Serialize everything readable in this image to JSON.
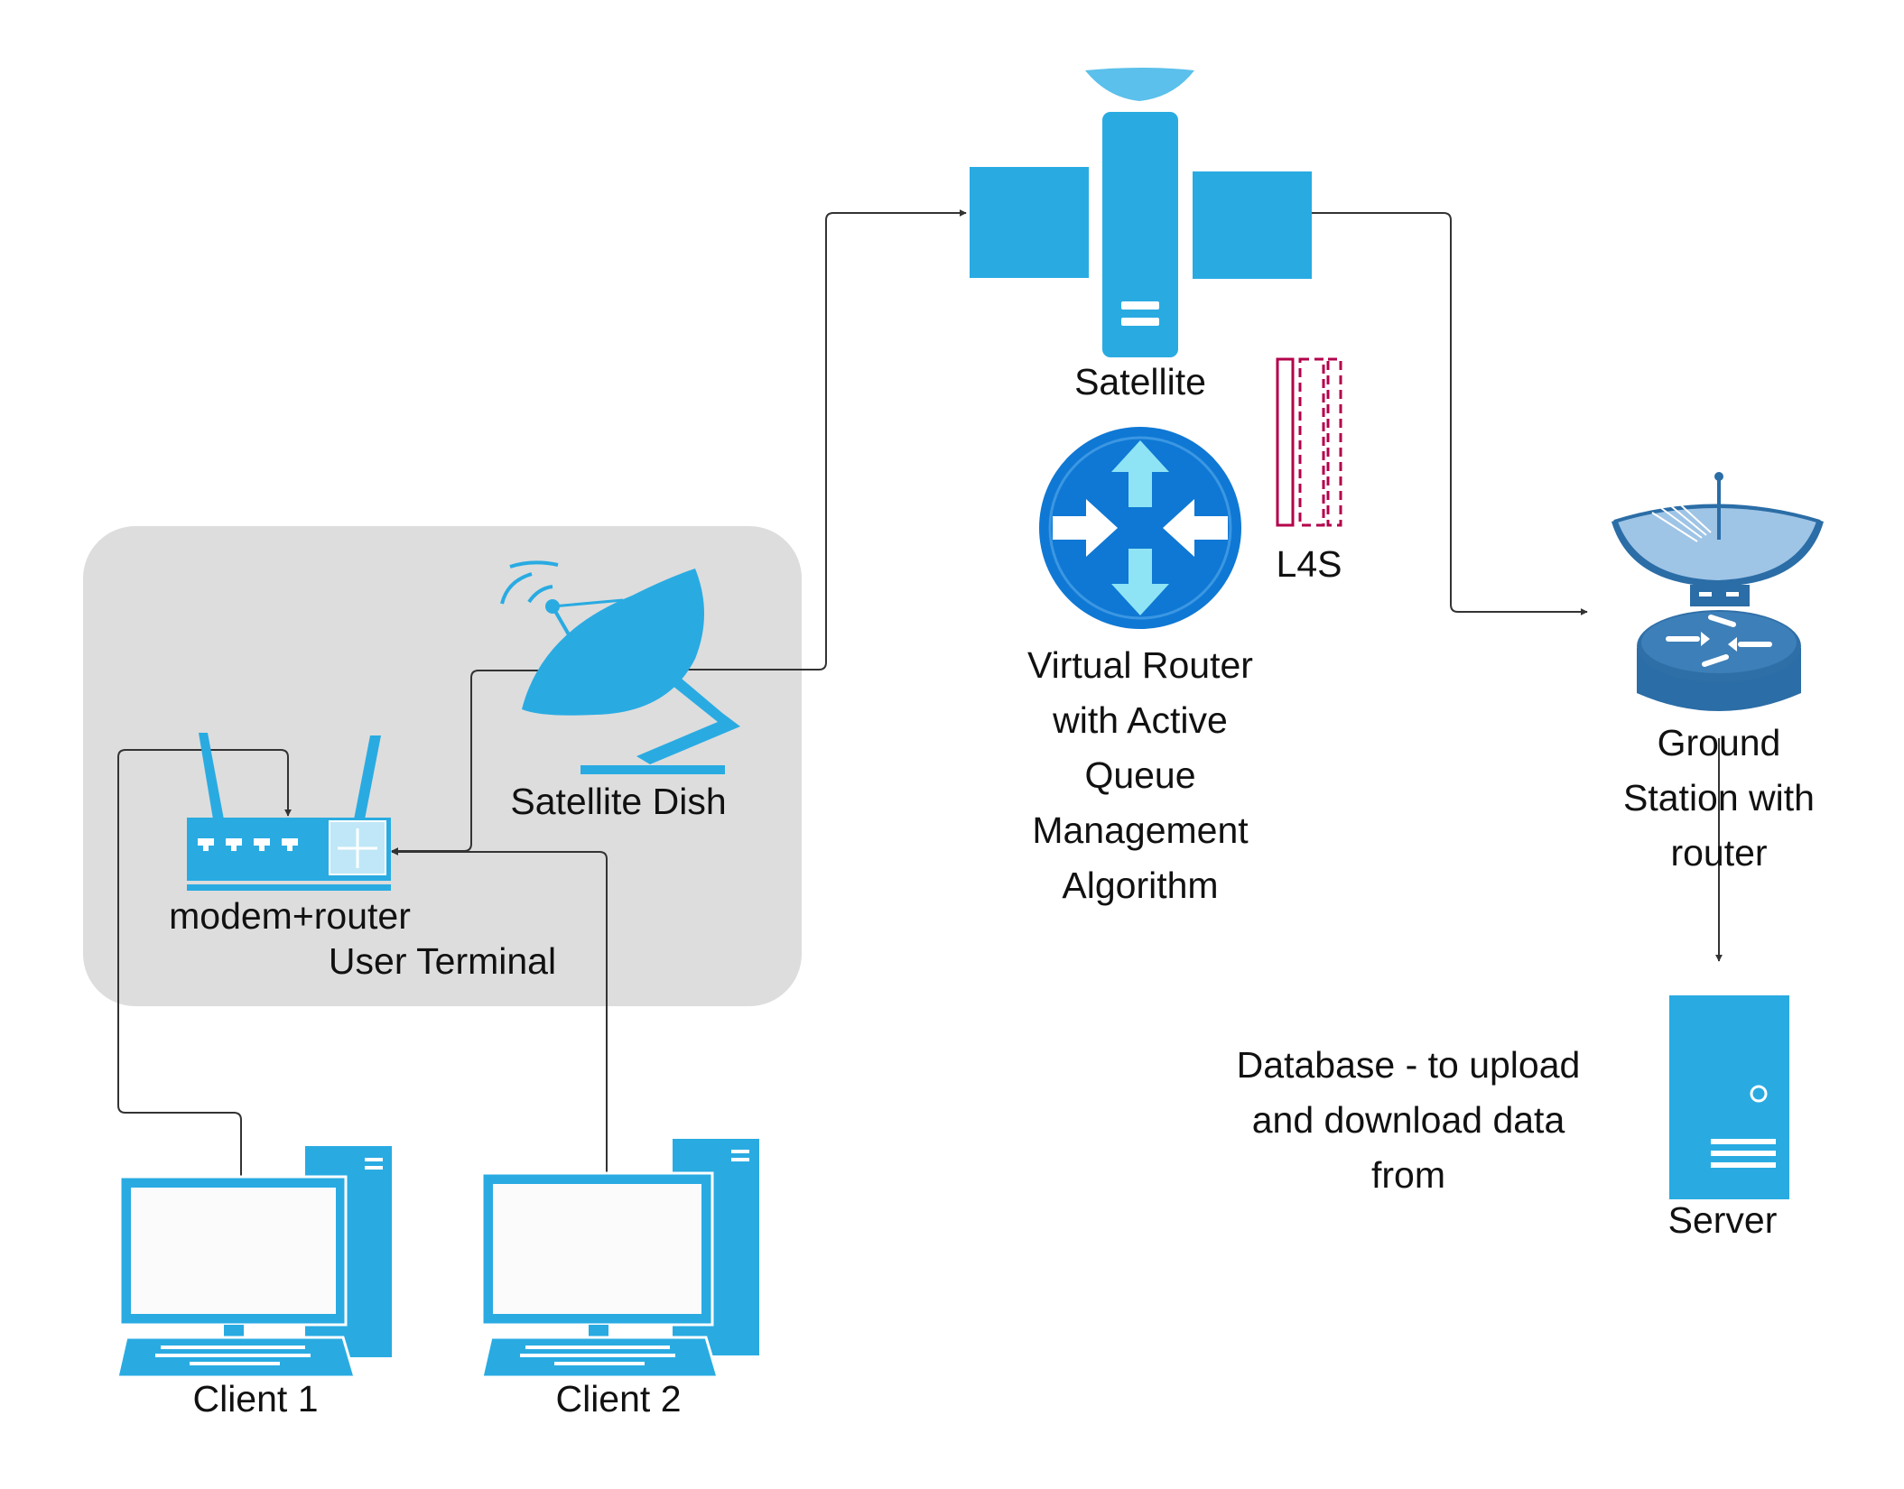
{
  "labels": {
    "satellite": "Satellite",
    "l4s": "L4S",
    "virtual_router": "Virtual Router\nwith Active\nQueue\nManagement\nAlgorithm",
    "ground_station": "Ground\nStation with\nrouter",
    "satellite_dish": "Satellite Dish",
    "modem_router": "modem+router",
    "user_terminal": "User Terminal",
    "database_note": "Database - to upload\nand download data\nfrom",
    "server": "Server",
    "client1": "Client 1",
    "client2": "Client 2"
  },
  "colors": {
    "icon_blue": "#29abe2",
    "icon_light_blue": "#5bc0eb",
    "router_dark_blue": "#2b6da6",
    "router_mid_blue": "#0f78d4",
    "router_arrow": "#8ee4f5",
    "l4s_red": "#b3004b",
    "group_fill": "#dddddd",
    "connector": "#333333",
    "text": "#111111"
  },
  "icons": [
    "satellite-icon",
    "virtual-router-icon",
    "l4s-queue-icon",
    "ground-station-icon",
    "satellite-dish-icon",
    "wifi-router-icon",
    "server-icon",
    "desktop-computer-icon"
  ]
}
